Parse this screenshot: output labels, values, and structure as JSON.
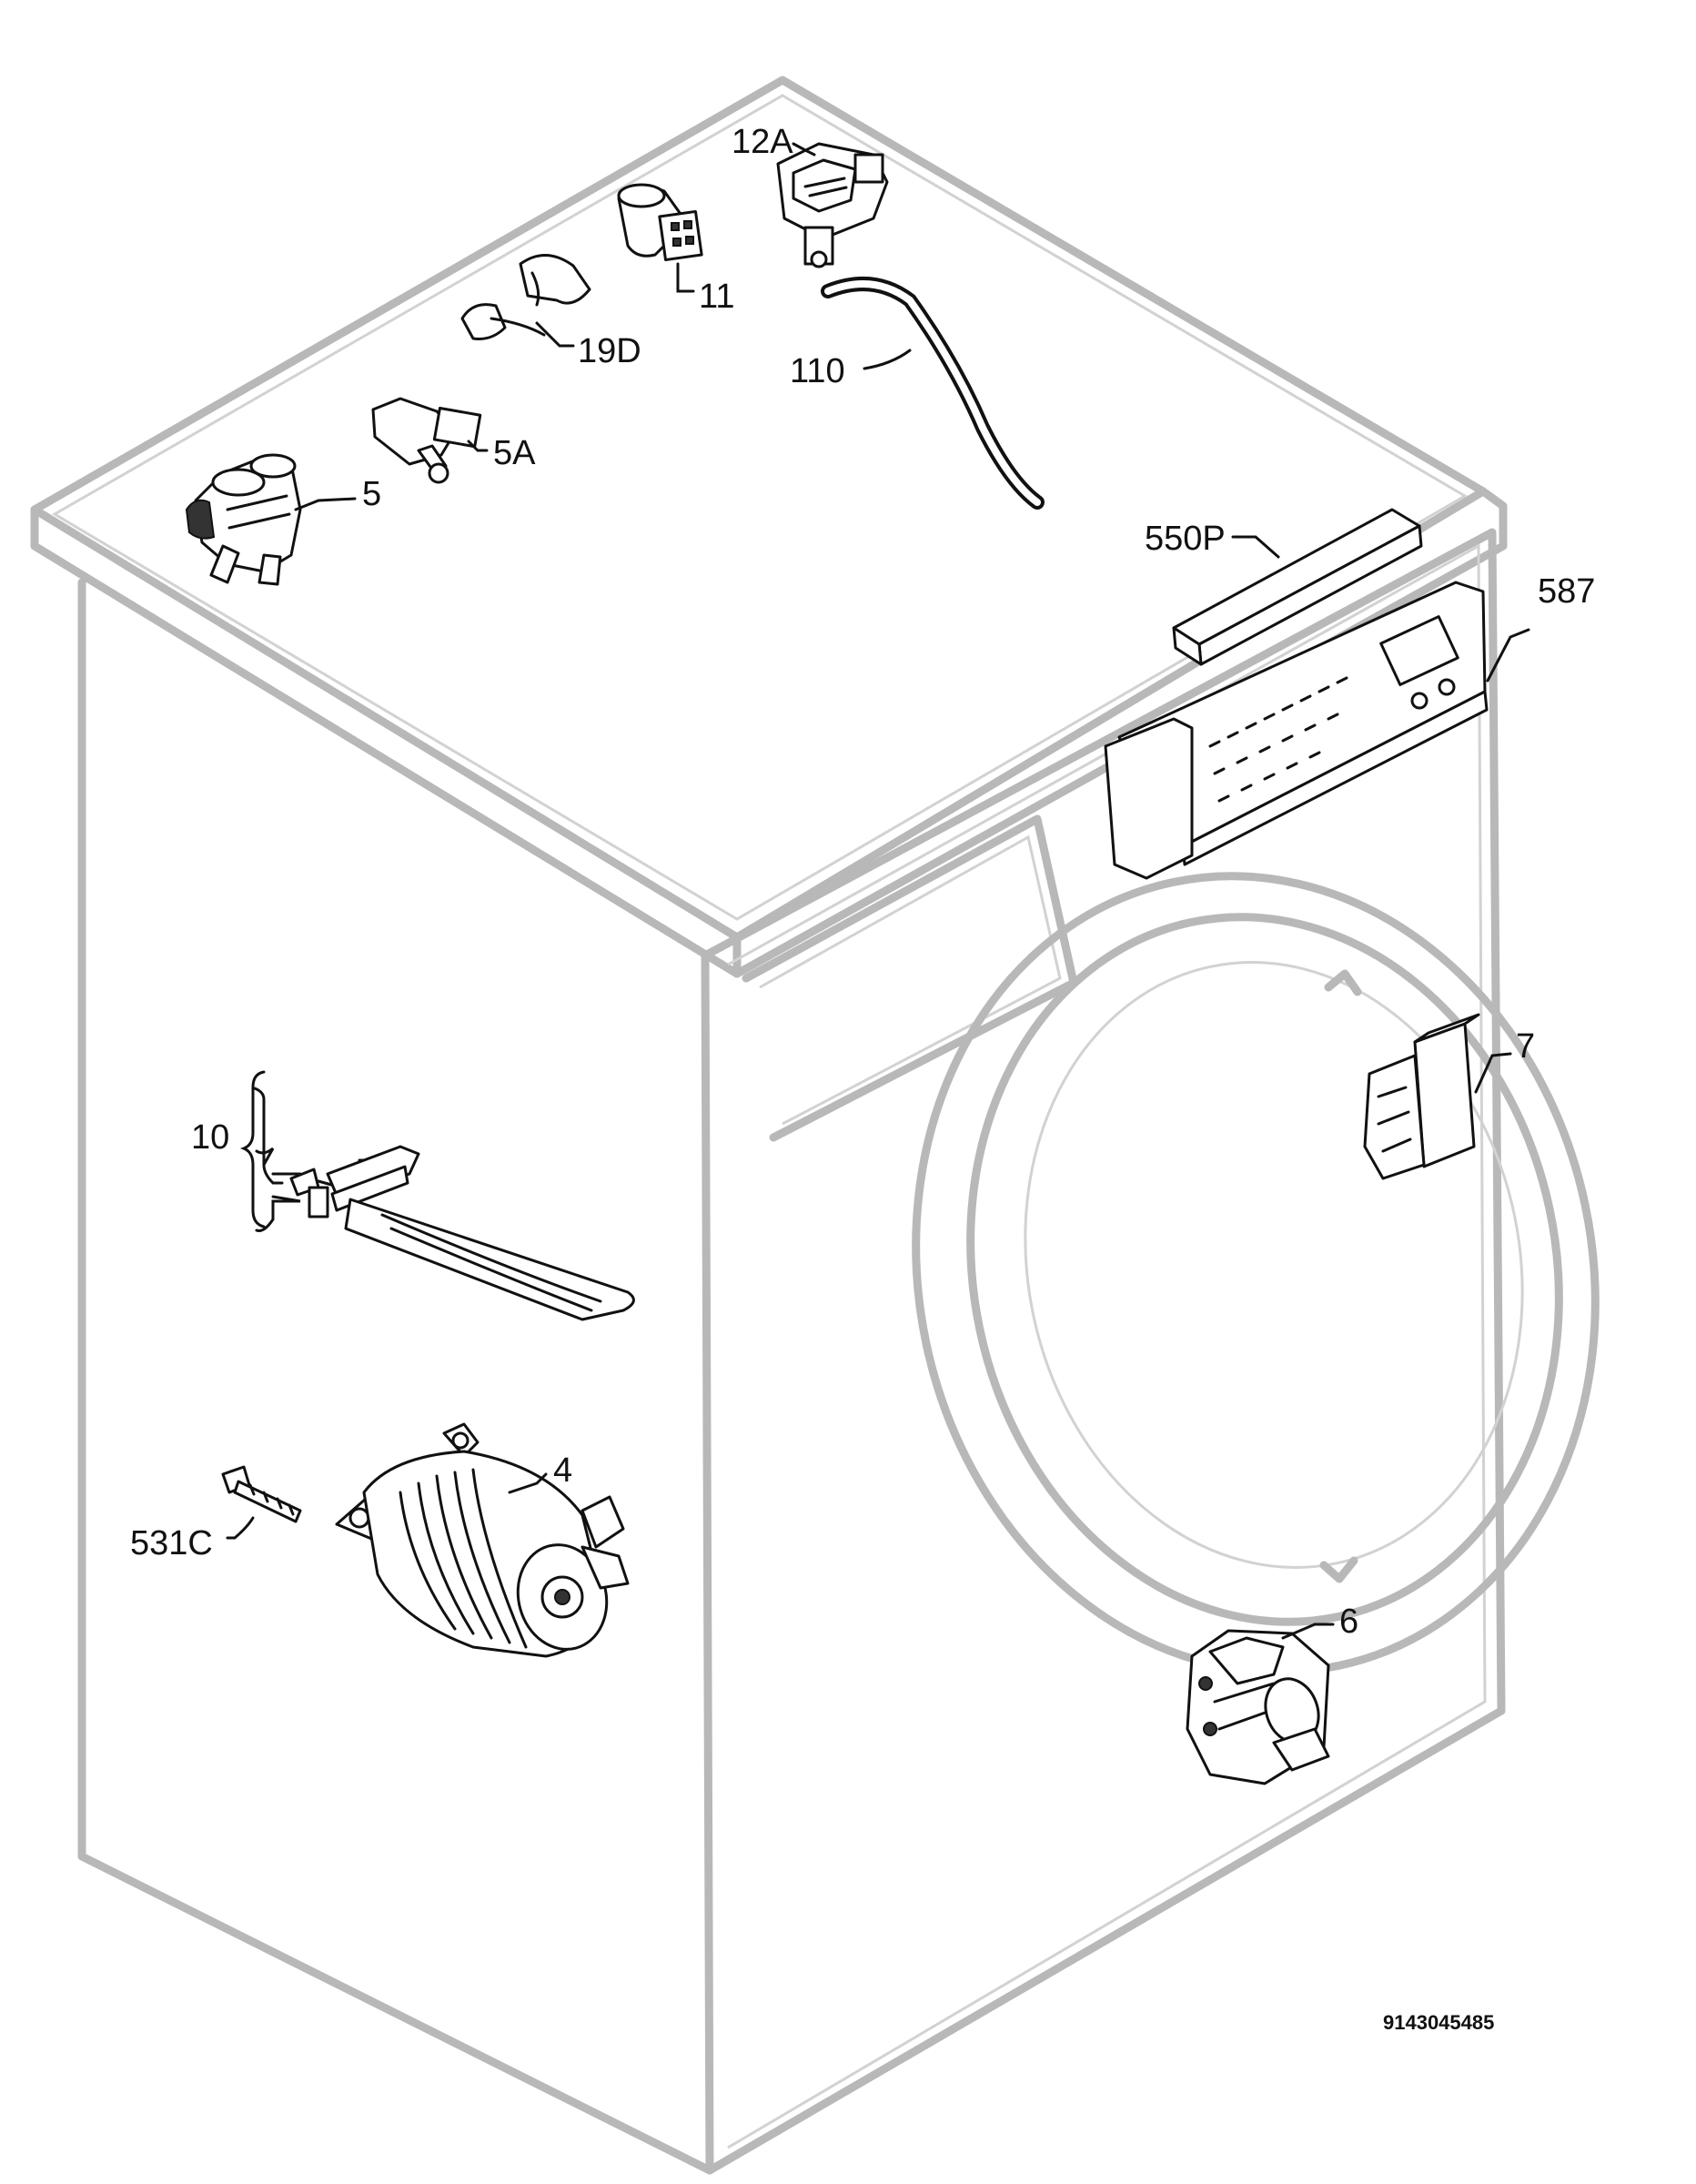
{
  "labels": {
    "p12a": "12A",
    "p11": "11",
    "p19d": "19D",
    "p110": "110",
    "p5a": "5A",
    "p5": "5",
    "p550p": "550P",
    "p587": "587",
    "p7": "7",
    "p10": "10",
    "p4": "4",
    "p531c": "531C",
    "p6": "6"
  },
  "document_number": "9143045485"
}
